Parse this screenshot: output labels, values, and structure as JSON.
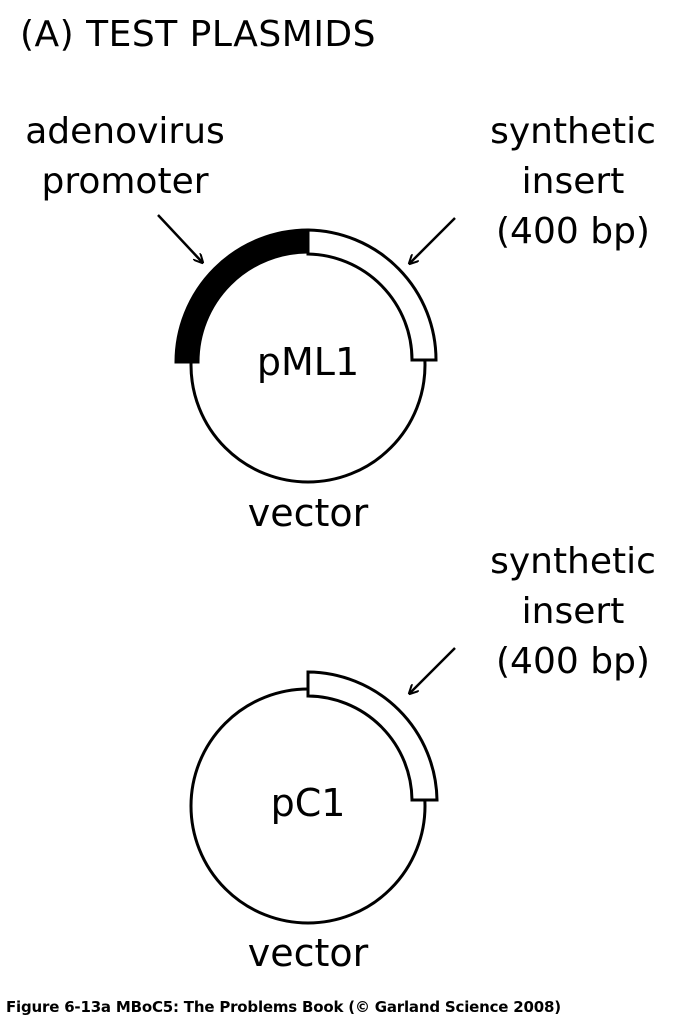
{
  "panel_title": "(A)  TEST PLASMIDS",
  "plasmids": [
    {
      "name": "pML1",
      "promoter_label": [
        "adenovirus",
        "promoter"
      ],
      "insert_label": [
        "synthetic",
        "insert",
        "(400 bp)"
      ],
      "vector_label": "vector"
    },
    {
      "name": "pC1",
      "insert_label": [
        "synthetic",
        "insert",
        "(400 bp)"
      ],
      "vector_label": "vector"
    }
  ],
  "caption": "Figure 6-13a  MBoC5: The Problems Book (© Garland Science 2008)"
}
